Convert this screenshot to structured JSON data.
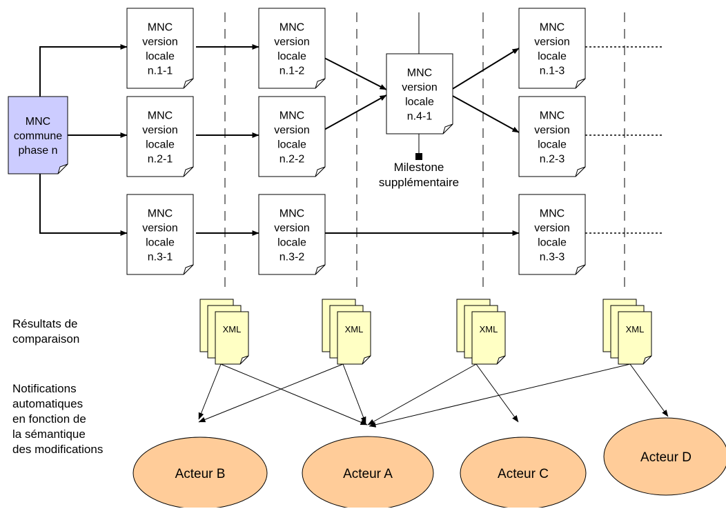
{
  "colors": {
    "common_doc_fill": "#ccccff",
    "local_doc_fill": "#ffffff",
    "xml_fill": "#ffffc4",
    "actor_fill": "#ffcc99",
    "line": "#000000"
  },
  "common_doc": {
    "lines": [
      "MNC",
      "commune",
      "phase n"
    ]
  },
  "local_docs": [
    {
      "id": "n11",
      "lines": [
        "MNC",
        "version",
        "locale",
        "n.1-1"
      ]
    },
    {
      "id": "n12",
      "lines": [
        "MNC",
        "version",
        "locale",
        "n.1-2"
      ]
    },
    {
      "id": "n13",
      "lines": [
        "MNC",
        "version",
        "locale",
        "n.1-3"
      ]
    },
    {
      "id": "n21",
      "lines": [
        "MNC",
        "version",
        "locale",
        "n.2-1"
      ]
    },
    {
      "id": "n22",
      "lines": [
        "MNC",
        "version",
        "locale",
        "n.2-2"
      ]
    },
    {
      "id": "n23",
      "lines": [
        "MNC",
        "version",
        "locale",
        "n.2-3"
      ]
    },
    {
      "id": "n31",
      "lines": [
        "MNC",
        "version",
        "locale",
        "n.3-1"
      ]
    },
    {
      "id": "n32",
      "lines": [
        "MNC",
        "version",
        "locale",
        "n.3-2"
      ]
    },
    {
      "id": "n33",
      "lines": [
        "MNC",
        "version",
        "locale",
        "n.3-3"
      ]
    },
    {
      "id": "n41",
      "lines": [
        "MNC",
        "version",
        "locale",
        "n.4-1"
      ]
    }
  ],
  "milestone": {
    "lines": [
      "Milestone",
      "supplémentaire"
    ]
  },
  "xml_stacks": [
    {
      "id": "x1",
      "label": "XML"
    },
    {
      "id": "x2",
      "label": "XML"
    },
    {
      "id": "x3",
      "label": "XML"
    },
    {
      "id": "x4",
      "label": "XML"
    }
  ],
  "side_labels": {
    "comparison": [
      "Résultats de",
      "comparaison"
    ],
    "notifications": [
      "Notifications",
      "automatiques",
      "en fonction de",
      "la sémantique",
      "des modifications"
    ]
  },
  "actors": [
    {
      "id": "B",
      "label": "Acteur B"
    },
    {
      "id": "A",
      "label": "Acteur A"
    },
    {
      "id": "C",
      "label": "Acteur C"
    },
    {
      "id": "D",
      "label": "Acteur D"
    }
  ],
  "icons": {
    "document": "document-icon",
    "xml_stack": "xml-file-stack-icon",
    "milestone": "milestone-marker-icon"
  }
}
